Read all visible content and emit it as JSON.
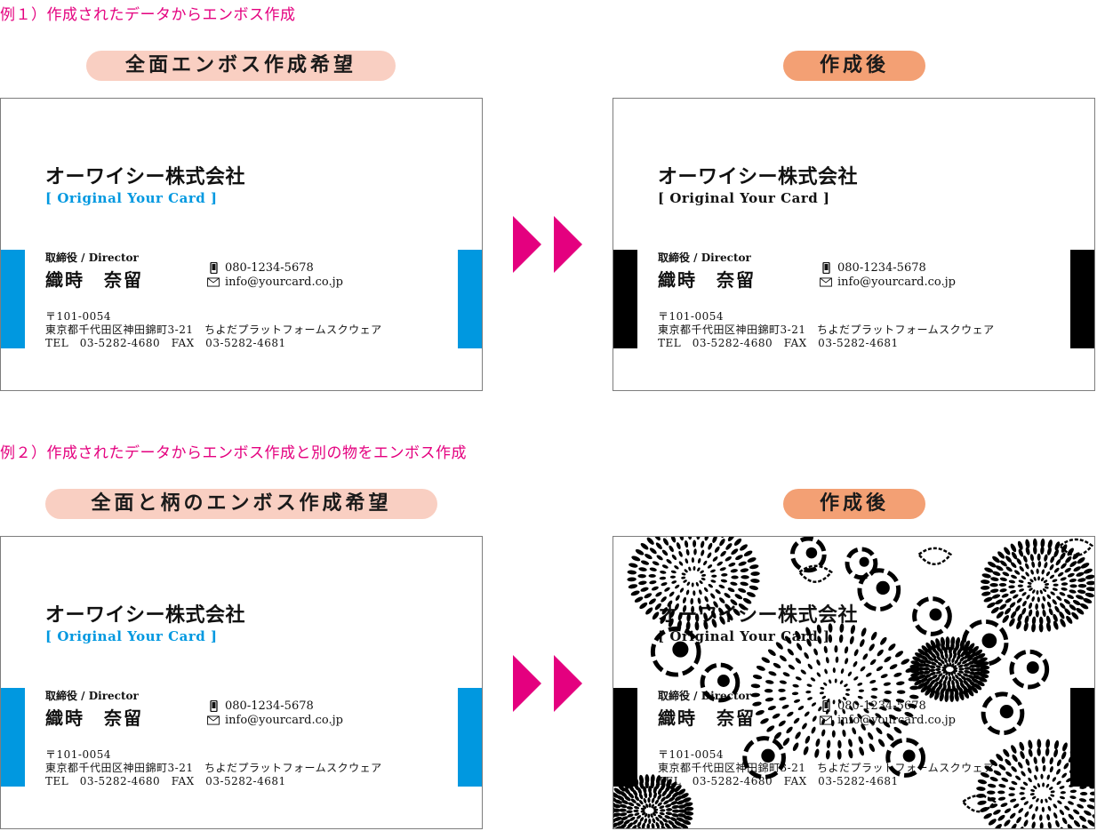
{
  "colors": {
    "heading": "#e4007f",
    "pill_request": "#f9cfc2",
    "pill_after": "#f3a074",
    "accent_blue": "#0098e0",
    "emboss_black": "#000000",
    "arrow": "#e4007f"
  },
  "example1": {
    "heading": "例１）作成されたデータからエンボス作成",
    "request_label": "全面エンボス作成希望",
    "after_label": "作成後"
  },
  "example2": {
    "heading": "例２）作成されたデータからエンボス作成と別の物をエンボス作成",
    "request_label": "全面と柄のエンボス作成希望",
    "after_label": "作成後"
  },
  "card": {
    "company": "オーワイシー株式会社",
    "subtitle": "[ Original Your Card ]",
    "role": "取締役 / Director",
    "name": "織時　奈留",
    "phone": "080-1234-5678",
    "email": "info@yourcard.co.jp",
    "postal": "〒101-0054",
    "address": "東京都千代田区神田錦町3-21　ちよだプラットフォームスクウェア",
    "tel_fax": "TEL　03-5282-4680　FAX　03-5282-4681"
  },
  "icons": {
    "phone": "mobile-phone-icon",
    "mail": "envelope-icon",
    "arrow": "double-chevron-right-icon",
    "pattern": "chrysanthemum-pattern"
  }
}
